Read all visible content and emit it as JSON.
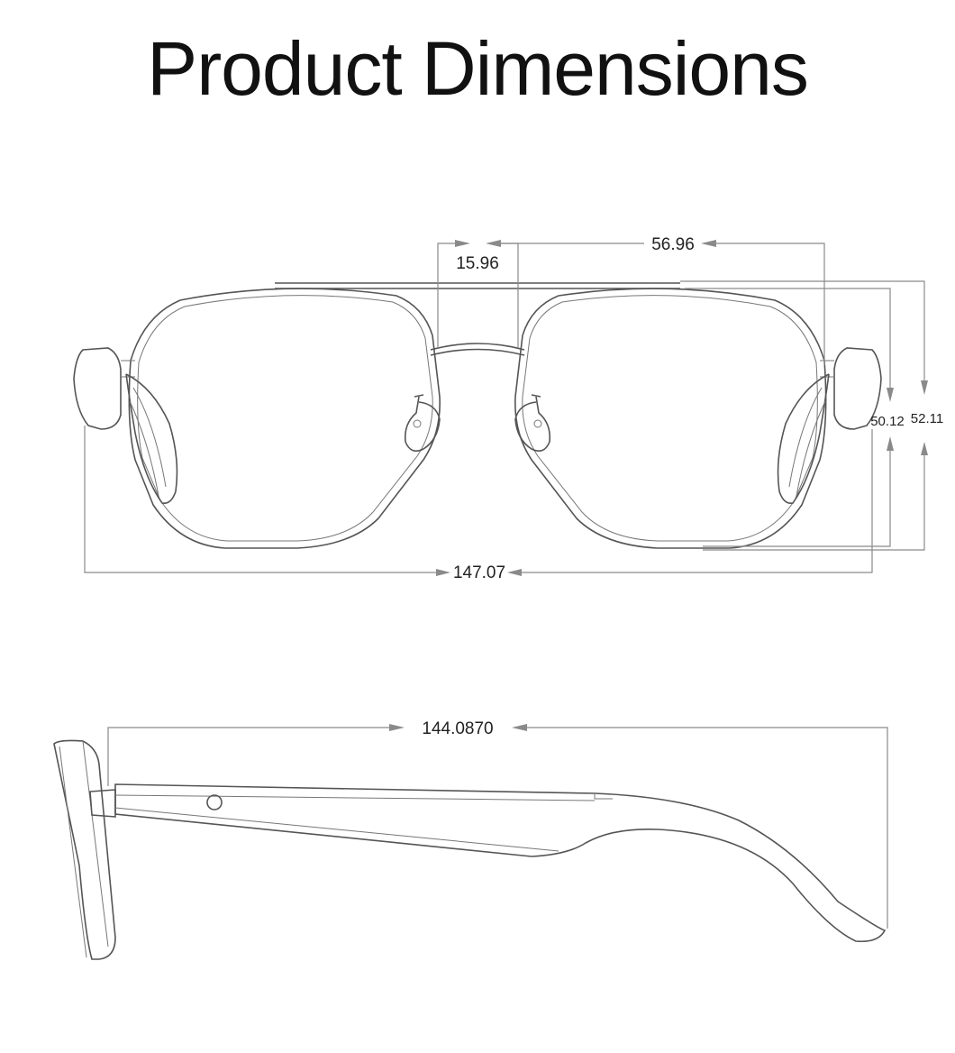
{
  "title": "Product Dimensions",
  "dimensions": {
    "bridge_width": "15.96",
    "lens_width": "56.96",
    "lens_height_inner": "50.12",
    "lens_height_outer": "52.11",
    "frame_width": "147.07",
    "temple_length": "144.0870"
  },
  "colors": {
    "line": "#555555",
    "dimension": "#8a8a8a",
    "text": "#111111"
  }
}
